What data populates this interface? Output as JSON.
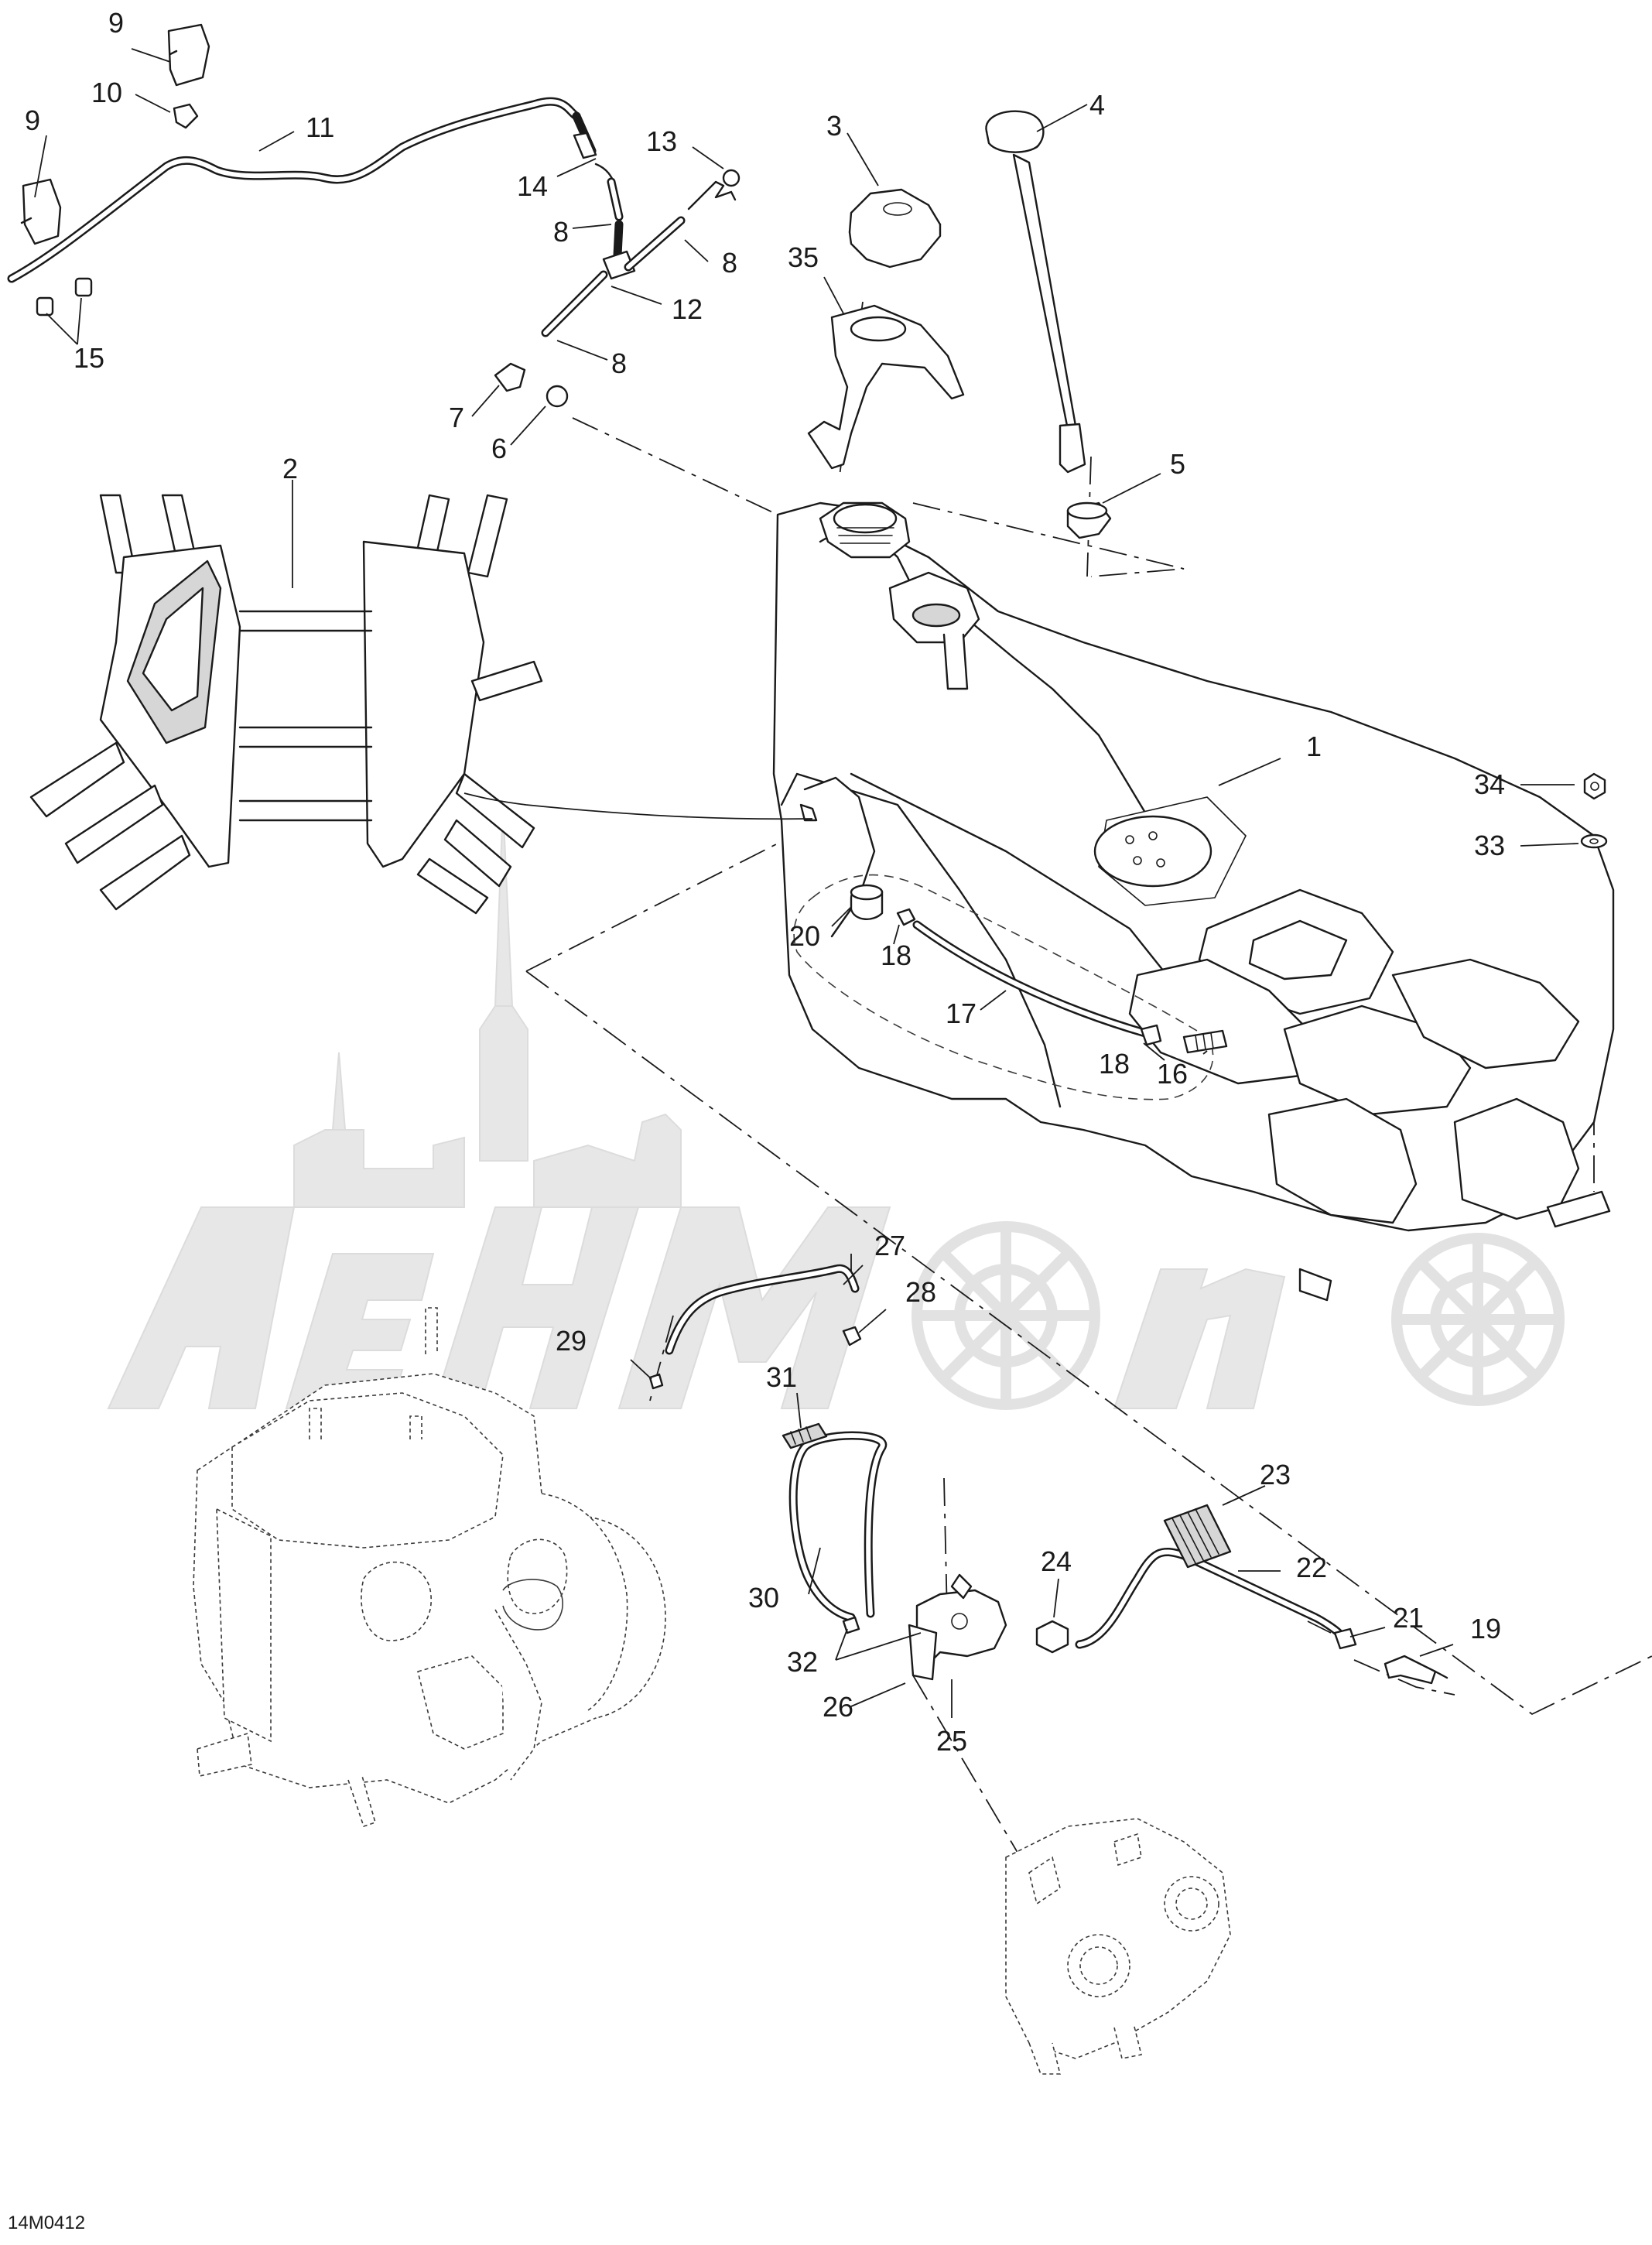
{
  "figure_code": "14M0412",
  "callouts": [
    {
      "id": "c9a",
      "label": "9"
    },
    {
      "id": "c9b",
      "label": "9"
    },
    {
      "id": "c10",
      "label": "10"
    },
    {
      "id": "c11",
      "label": "11"
    },
    {
      "id": "c14",
      "label": "14"
    },
    {
      "id": "c13",
      "label": "13"
    },
    {
      "id": "c8a",
      "label": "8"
    },
    {
      "id": "c8b",
      "label": "8"
    },
    {
      "id": "c12",
      "label": "12"
    },
    {
      "id": "c8c",
      "label": "8"
    },
    {
      "id": "c15",
      "label": "15"
    },
    {
      "id": "c7",
      "label": "7"
    },
    {
      "id": "c6",
      "label": "6"
    },
    {
      "id": "c3",
      "label": "3"
    },
    {
      "id": "c35",
      "label": "35"
    },
    {
      "id": "c4",
      "label": "4"
    },
    {
      "id": "c5",
      "label": "5"
    },
    {
      "id": "c2",
      "label": "2"
    },
    {
      "id": "c1",
      "label": "1"
    },
    {
      "id": "c34",
      "label": "34"
    },
    {
      "id": "c33",
      "label": "33"
    },
    {
      "id": "c20",
      "label": "20"
    },
    {
      "id": "c18a",
      "label": "18"
    },
    {
      "id": "c17",
      "label": "17"
    },
    {
      "id": "c18b",
      "label": "18"
    },
    {
      "id": "c16",
      "label": "16"
    },
    {
      "id": "c27",
      "label": "27"
    },
    {
      "id": "c28",
      "label": "28"
    },
    {
      "id": "c29",
      "label": "29"
    },
    {
      "id": "c31",
      "label": "31"
    },
    {
      "id": "c23",
      "label": "23"
    },
    {
      "id": "c22",
      "label": "22"
    },
    {
      "id": "c24",
      "label": "24"
    },
    {
      "id": "c21",
      "label": "21"
    },
    {
      "id": "c19",
      "label": "19"
    },
    {
      "id": "c30",
      "label": "30"
    },
    {
      "id": "c32",
      "label": "32"
    },
    {
      "id": "c26",
      "label": "26"
    },
    {
      "id": "c25",
      "label": "25"
    }
  ]
}
